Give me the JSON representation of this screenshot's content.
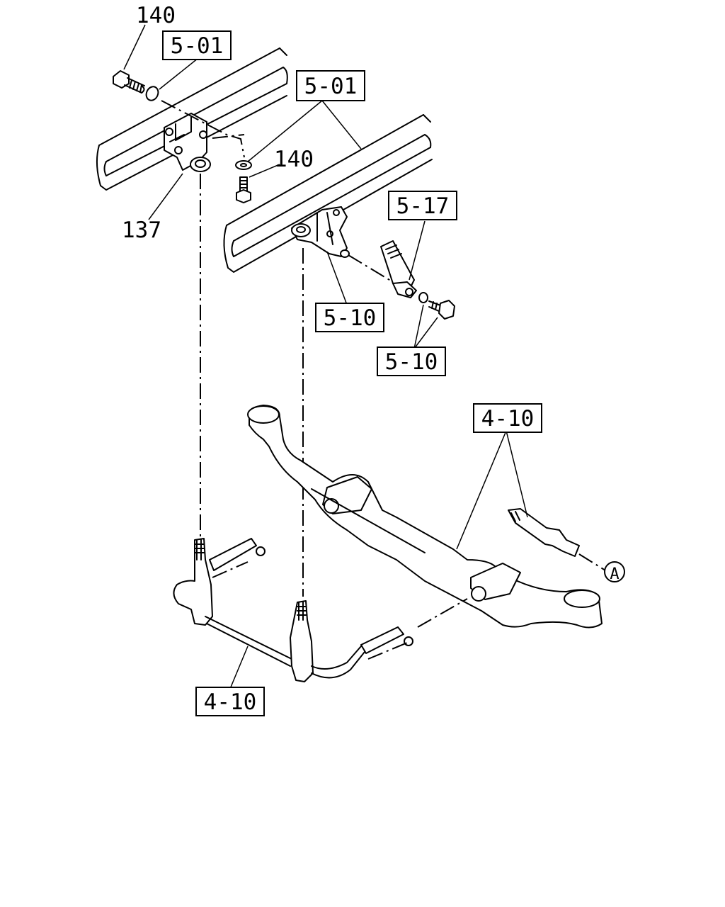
{
  "callouts": {
    "bolt_upper": "140",
    "bolt_lower": "140",
    "bracket": "137",
    "ref_frame_left": "5-01",
    "ref_frame_right": "5-01",
    "ref_shackle": "5-17",
    "ref_hanger": "5-10",
    "ref_fasteners": "5-10",
    "ref_axle": "4-10",
    "ref_stabilizer": "4-10",
    "ref_point": "A"
  }
}
